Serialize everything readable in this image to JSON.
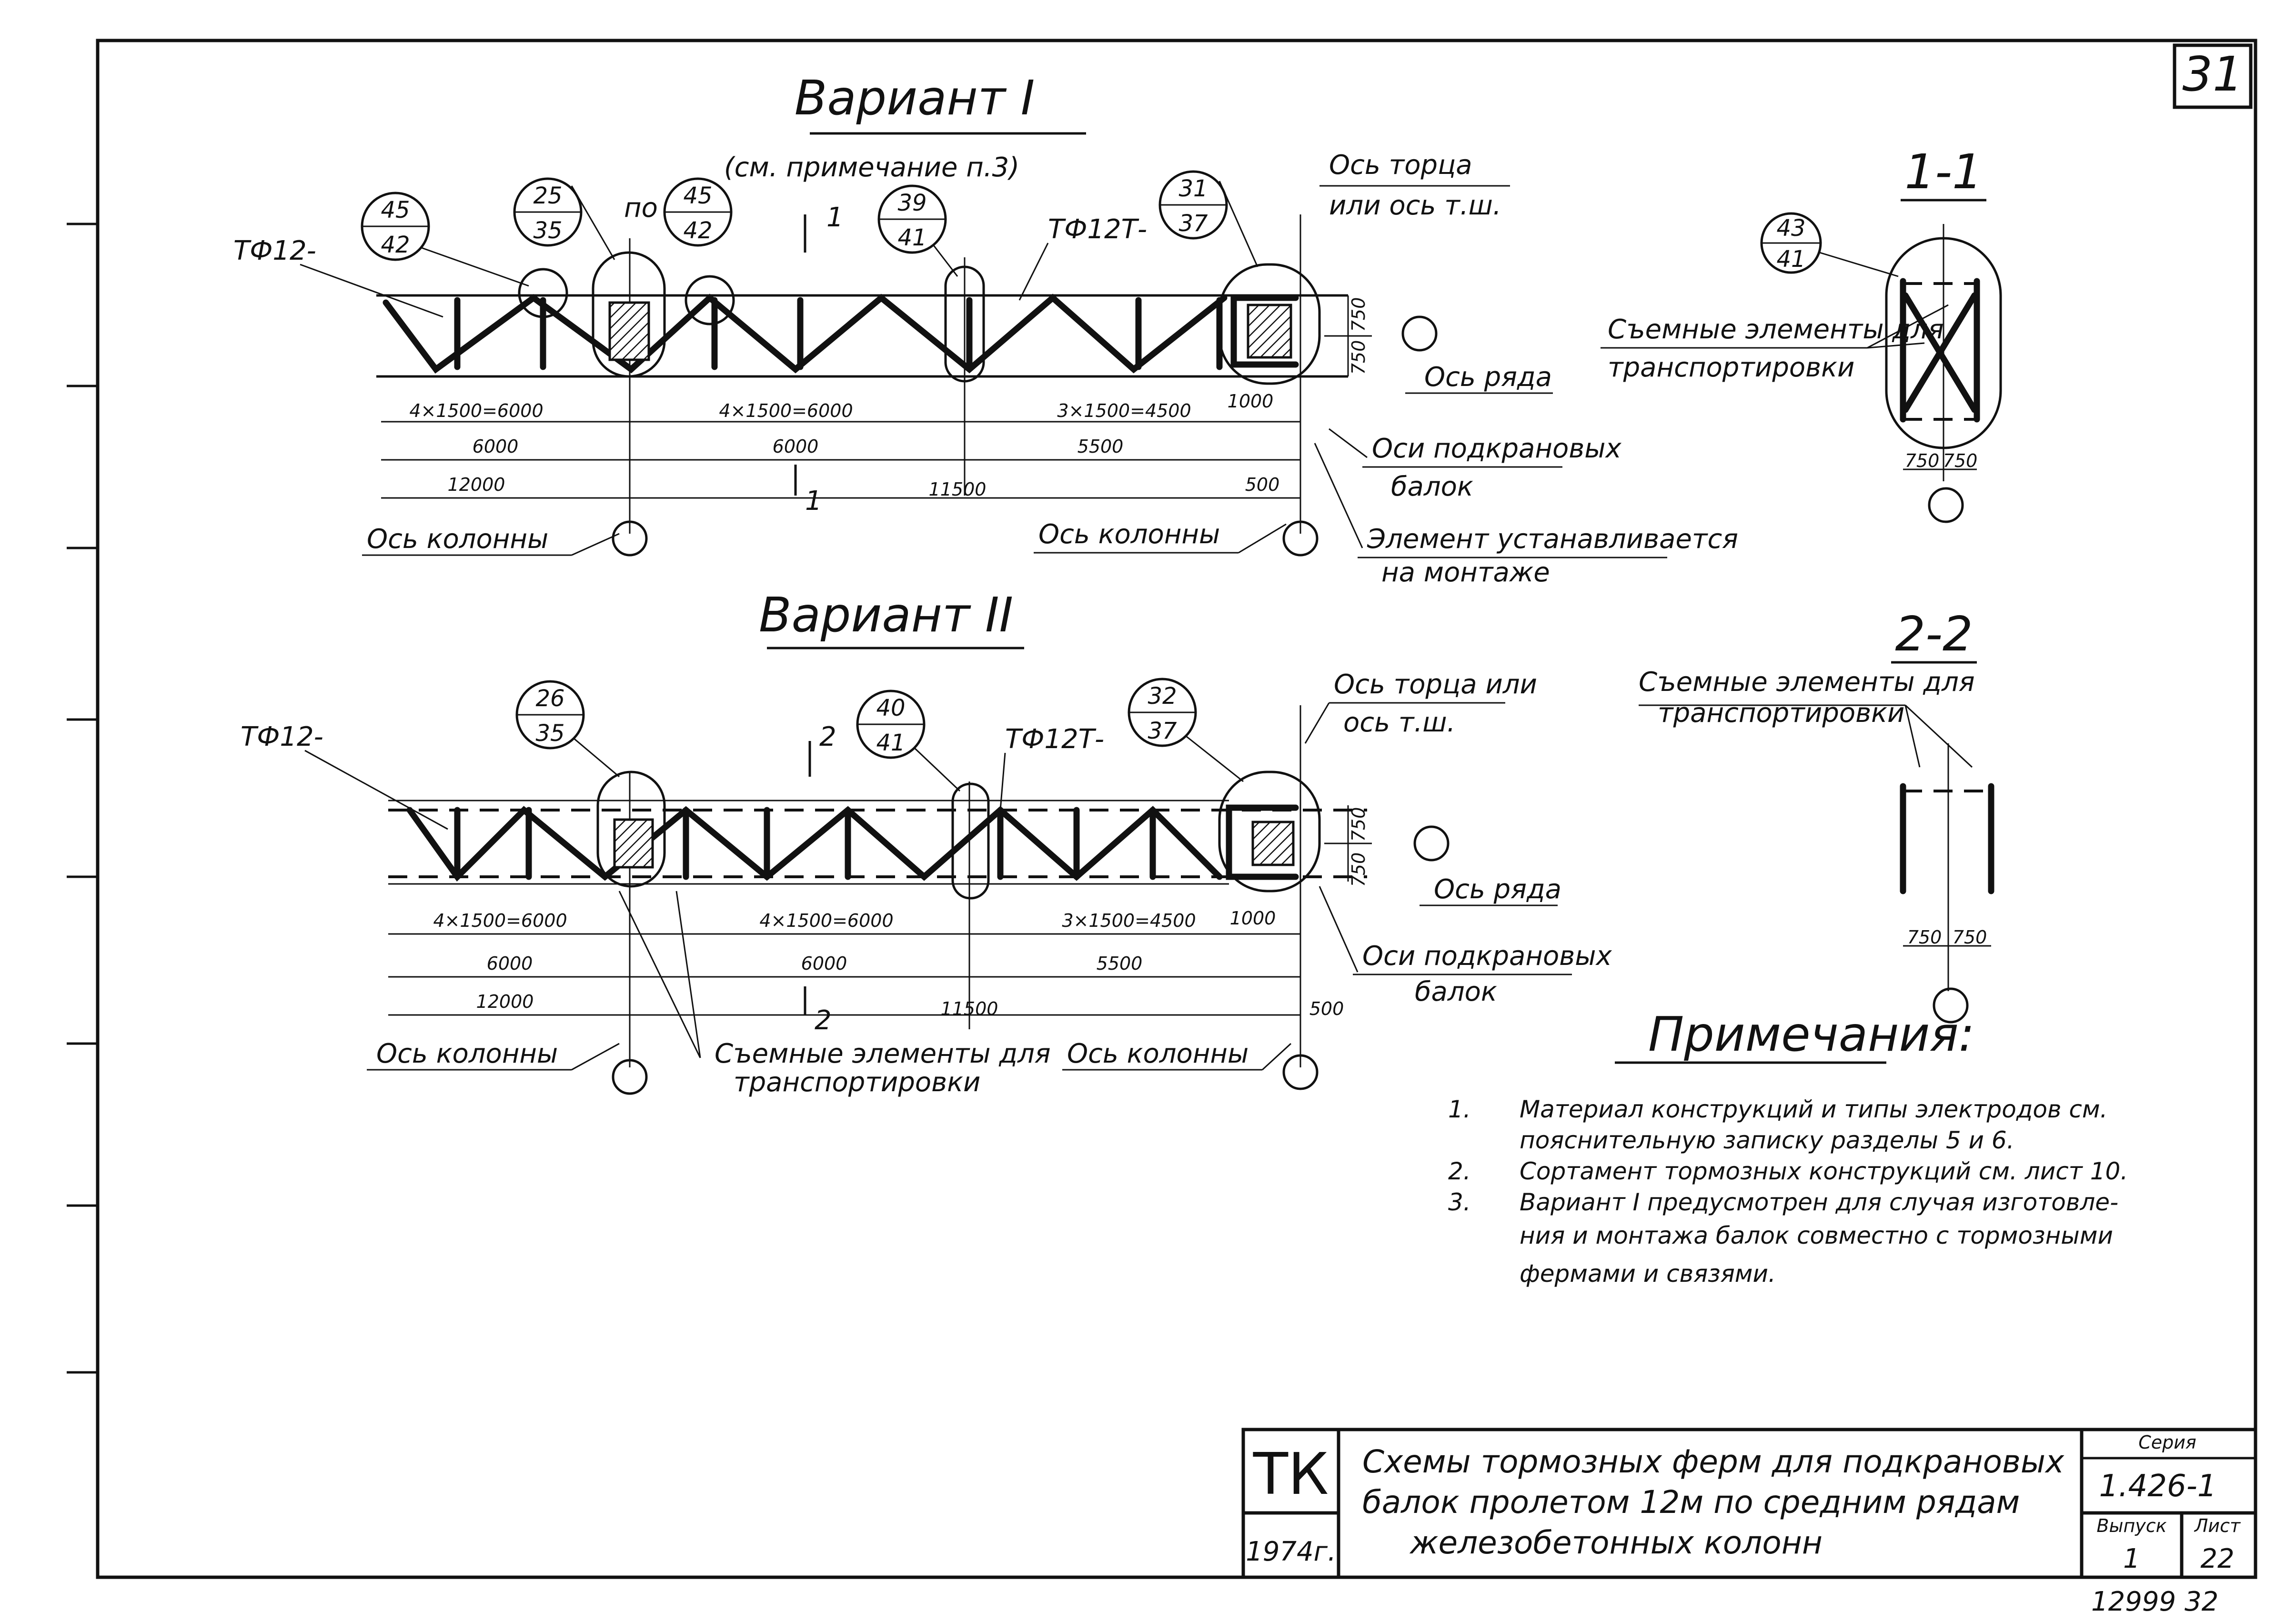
{
  "sheet": {
    "number": "31",
    "inventory": "12999 32"
  },
  "variant1": {
    "title": "Вариант I",
    "subtitle": "(см. примечание п.3)",
    "tf12": "ТФ12-",
    "tf12t": "ТФ12Т-",
    "po": "по",
    "callouts": [
      {
        "top": "45",
        "bottom": "42"
      },
      {
        "top": "25",
        "bottom": "35"
      },
      {
        "top": "45",
        "bottom": "42"
      },
      {
        "top": "39",
        "bottom": "41"
      },
      {
        "top": "31",
        "bottom": "37"
      }
    ],
    "section_mark": "1",
    "end_axis_line1": "Ось торца",
    "end_axis_line2": "или ось т.ш.",
    "row_axis": "Ось ряда",
    "crane_axes_line1": "Оси подкрановых",
    "crane_axes_line2": "балок",
    "column_axis_left": "Ось колонны",
    "column_axis_right": "Ось колонны",
    "element_note_line1": "Элемент устанавливается",
    "element_note_line2": "на монтаже",
    "dims": {
      "panels_left": "4×1500=6000",
      "panels_mid": "4×1500=6000",
      "panels_right": "3×1500=4500",
      "d1000": "1000",
      "d6000a": "6000",
      "d6000b": "6000",
      "d5500": "5500",
      "d12000": "12000",
      "d11500": "11500",
      "d500": "500",
      "v750a": "750",
      "v750b": "750"
    }
  },
  "variant2": {
    "title": "Вариант II",
    "tf12": "ТФ12-",
    "tf12t": "ТФ12Т-",
    "callouts": [
      {
        "top": "26",
        "bottom": "35"
      },
      {
        "top": "40",
        "bottom": "41"
      },
      {
        "top": "32",
        "bottom": "37"
      }
    ],
    "section_mark": "2",
    "end_axis_line1": "Ось торца или",
    "end_axis_line2": "ось т.ш.",
    "row_axis": "Ось ряда",
    "crane_axes_line1": "Оси подкрановых",
    "crane_axes_line2": "балок",
    "column_axis_left": "Ось колонны",
    "column_axis_right": "Ось колонны",
    "removable_line1": "Съемные элементы для",
    "removable_line2": "транспортировки",
    "dims": {
      "panels_left": "4×1500=6000",
      "panels_mid": "4×1500=6000",
      "panels_right": "3×1500=4500",
      "d1000": "1000",
      "d6000a": "6000",
      "d6000b": "6000",
      "d5500": "5500",
      "d12000": "12000",
      "d11500": "11500",
      "d500": "500",
      "v750a": "750",
      "v750b": "750"
    }
  },
  "section11": {
    "title": "1-1",
    "callout_top": "43",
    "callout_bottom": "41",
    "label_line1": "Съемные элементы для",
    "label_line2": "транспортировки",
    "dim_a": "750",
    "dim_b": "750"
  },
  "section22": {
    "title": "2-2",
    "label_line1": "Съемные элементы для",
    "label_line2": "транспортировки",
    "dim_a": "750",
    "dim_b": "750"
  },
  "notes": {
    "heading": "Примечания:",
    "items": [
      {
        "num": "1.",
        "line1": "Материал конструкций и типы электродов см.",
        "line2": "пояснительную записку разделы 5 и 6."
      },
      {
        "num": "2.",
        "line1": "Сортамент тормозных конструкций см. лист 10.",
        "line2": ""
      },
      {
        "num": "3.",
        "line1": "Вариант I предусмотрен для случая изготовле-",
        "line2": "ния и монтажа балок совместно с тормозными",
        "line3": "фермами и связями."
      }
    ]
  },
  "title_block": {
    "org": "ТК",
    "year": "1974г.",
    "title_line1": "Схемы тормозных ферм для подкрановых",
    "title_line2": "балок пролетом 12м по средним рядам",
    "title_line3": "железобетонных колонн",
    "series_label": "Серия",
    "series_value": "1.426-1",
    "issue_label": "Выпуск",
    "issue_value": "1",
    "sheet_label": "Лист",
    "sheet_value": "22"
  }
}
